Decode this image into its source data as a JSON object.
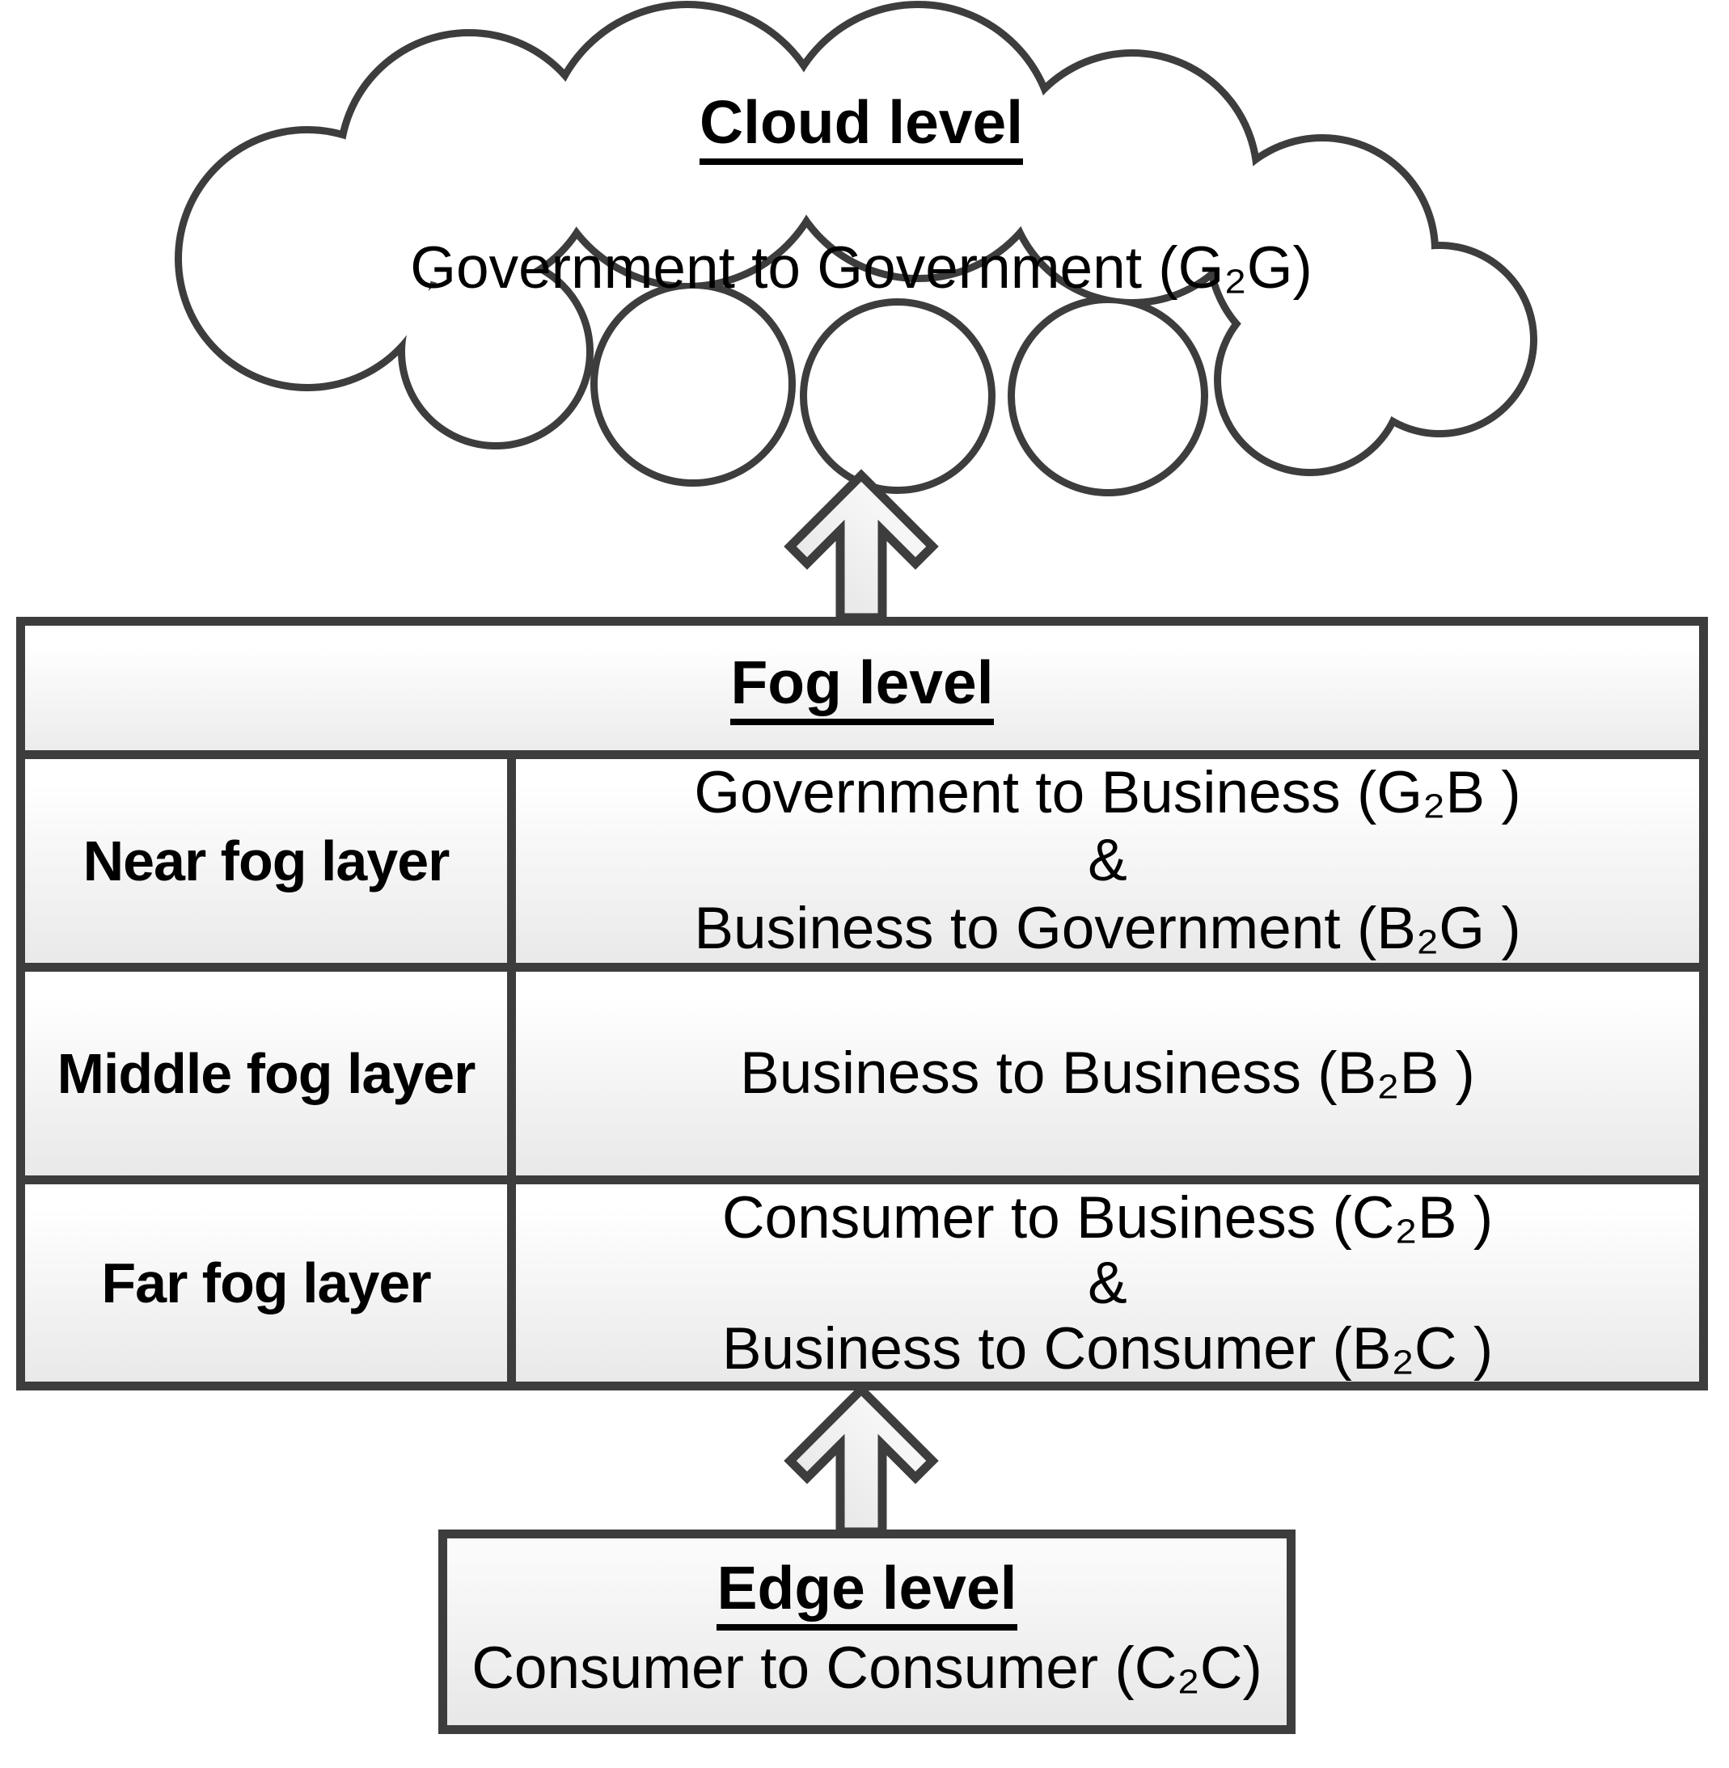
{
  "diagram": {
    "cloud": {
      "title": "Cloud level",
      "body": "Government to Government (G₂G)"
    },
    "arrows": {
      "fog_to_cloud": "up-arrow",
      "edge_to_fog": "up-arrow"
    },
    "fog": {
      "title": "Fog level",
      "rows": [
        {
          "layer": "Near fog layer",
          "lines": [
            "Government to Business (G₂B )",
            "&",
            "Business to Government (B₂G )"
          ]
        },
        {
          "layer": "Middle fog layer",
          "lines": [
            "Business to Business (B₂B )"
          ]
        },
        {
          "layer": "Far fog layer",
          "lines": [
            "Consumer to Business (C₂B )",
            "&",
            "Business to Consumer (B₂C )"
          ]
        }
      ]
    },
    "edge": {
      "title": "Edge level",
      "body": "Consumer to Consumer (C₂C)"
    },
    "colors": {
      "outline": "#3d3d3d",
      "text": "#000000",
      "cell_top": "#ffffff",
      "cell_bottom": "#e9e9e9"
    }
  }
}
